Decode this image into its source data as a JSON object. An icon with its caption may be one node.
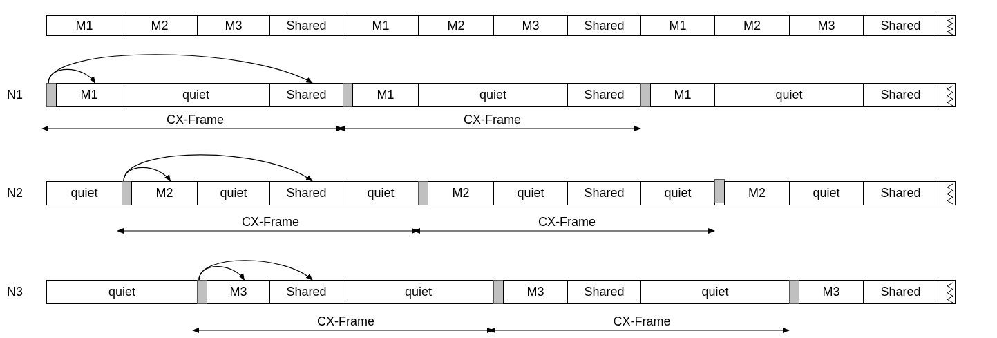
{
  "diagram": {
    "nodes": [
      {
        "text": [
          "M1"
        ]
      },
      {
        "text": [
          "M2"
        ]
      },
      {
        "text": [
          "M3"
        ]
      },
      {
        "text": [
          "Shared"
        ]
      },
      {
        "text": [
          "M1"
        ]
      },
      {
        "text": [
          "M2"
        ]
      },
      {
        "text": [
          "M3"
        ]
      },
      {
        "text": [
          "Shared"
        ]
      },
      {
        "text": [
          "M1"
        ]
      },
      {
        "text": [
          "M2"
        ]
      },
      {
        "text": [
          "M3"
        ]
      },
      {
        "text": [
          "Shared"
        ]
      },
      {
        "text": [],
        "shape": "box"
      },
      {
        "text": [],
        "shape": "bar"
      },
      {
        "text": [
          "M1"
        ]
      },
      {
        "text": [
          "quiet"
        ]
      },
      {
        "text": [
          "Shared"
        ]
      },
      {
        "text": [],
        "shape": "bar"
      },
      {
        "text": [
          "M1"
        ]
      },
      {
        "text": [
          "quiet"
        ]
      },
      {
        "text": [
          "Shared"
        ]
      },
      {
        "text": [],
        "shape": "bar"
      },
      {
        "text": [
          "M1"
        ]
      },
      {
        "text": [
          "quiet"
        ]
      },
      {
        "text": [
          "Shared"
        ]
      },
      {
        "text": [],
        "shape": "box"
      },
      {
        "text": [
          "quiet"
        ]
      },
      {
        "text": [],
        "shape": "bar"
      },
      {
        "text": [
          "M2"
        ]
      },
      {
        "text": [
          "quiet"
        ]
      },
      {
        "text": [
          "Shared"
        ]
      },
      {
        "text": [
          "quiet"
        ]
      },
      {
        "text": [],
        "shape": "bar"
      },
      {
        "text": [
          "M2"
        ]
      },
      {
        "text": [
          "quiet"
        ]
      },
      {
        "text": [
          "Shared"
        ]
      },
      {
        "text": [
          "quiet"
        ]
      },
      {
        "text": [],
        "shape": "bar"
      },
      {
        "text": [
          "M2"
        ]
      },
      {
        "text": [
          "quiet"
        ]
      },
      {
        "text": [
          "Shared"
        ]
      },
      {
        "text": [],
        "shape": "box"
      },
      {
        "text": [
          "quiet"
        ]
      },
      {
        "text": [],
        "shape": "bar"
      },
      {
        "text": [
          "M3"
        ]
      },
      {
        "text": [
          "Shared"
        ]
      },
      {
        "text": [
          "quiet"
        ]
      },
      {
        "text": [],
        "shape": "bar"
      },
      {
        "text": [
          "M3"
        ]
      },
      {
        "text": [
          "Shared"
        ]
      },
      {
        "text": [
          "quiet"
        ]
      },
      {
        "text": [],
        "shape": "bar"
      },
      {
        "text": [
          "M3"
        ]
      },
      {
        "text": [
          "Shared"
        ]
      },
      {
        "text": [],
        "shape": "box"
      }
    ],
    "edges": [
      {
        "from": 13,
        "to": 14,
        "arrow": "to"
      },
      {
        "from": 13,
        "to": 16,
        "arrow": "to"
      },
      {
        "from": 27,
        "to": 28,
        "arrow": "to"
      },
      {
        "from": 27,
        "to": 30,
        "arrow": "to"
      },
      {
        "from": 43,
        "to": 44,
        "arrow": "to"
      },
      {
        "from": 43,
        "to": 45,
        "arrow": "to"
      }
    ],
    "labels": [
      "N1",
      "CX-Frame",
      "CX-Frame",
      "N2",
      "CX-Frame",
      "CX-Frame",
      "N3",
      "CX-Frame",
      "CX-Frame"
    ]
  }
}
